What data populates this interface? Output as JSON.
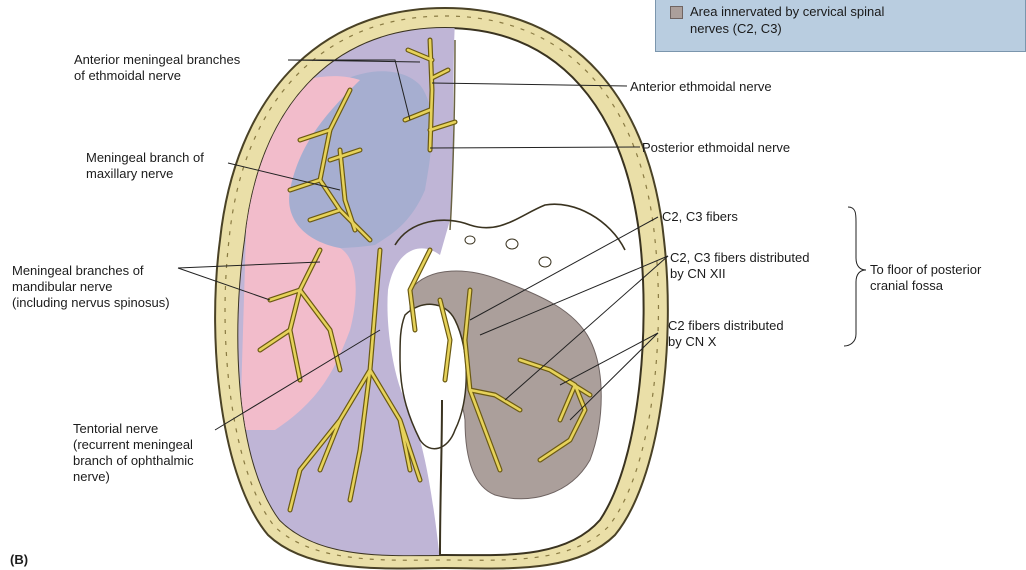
{
  "legend": {
    "swatch_color": "#ab9f9b",
    "line1": "Area innervated by cervical spinal",
    "line2": "nerves (C2, C3)"
  },
  "colors": {
    "bone": "#eadfa8",
    "ophthalmic_region": "#bfb5d6",
    "maxillary_region": "#a6aed0",
    "mandibular_region": "#f2bccb",
    "cervical_region": "#ab9f9b",
    "nerve": "#e6d25a"
  },
  "labels": {
    "ant_meningeal_1": "Anterior meningeal branches",
    "ant_meningeal_2": "of ethmoidal nerve",
    "ant_ethmoidal": "Anterior ethmoidal nerve",
    "post_ethmoidal": "Posterior ethmoidal nerve",
    "maxillary_1": "Meningeal branch of",
    "maxillary_2": "maxillary nerve",
    "c2c3": "C2, C3 fibers",
    "c2c3_xii_1": "C2, C3 fibers distributed",
    "c2c3_xii_2": "by CN XII",
    "floor_1": "To floor of posterior",
    "floor_2": "cranial fossa",
    "mandibular_1": "Meningeal branches of",
    "mandibular_2": "mandibular nerve",
    "mandibular_3": "(including nervus spinosus)",
    "c2_x_1": "C2 fibers distributed",
    "c2_x_2": "by CN X",
    "tentorial_1": "Tentorial nerve",
    "tentorial_2": "(recurrent meningeal",
    "tentorial_3": "branch of ophthalmic",
    "tentorial_4": "nerve)",
    "panel": "(B)"
  }
}
